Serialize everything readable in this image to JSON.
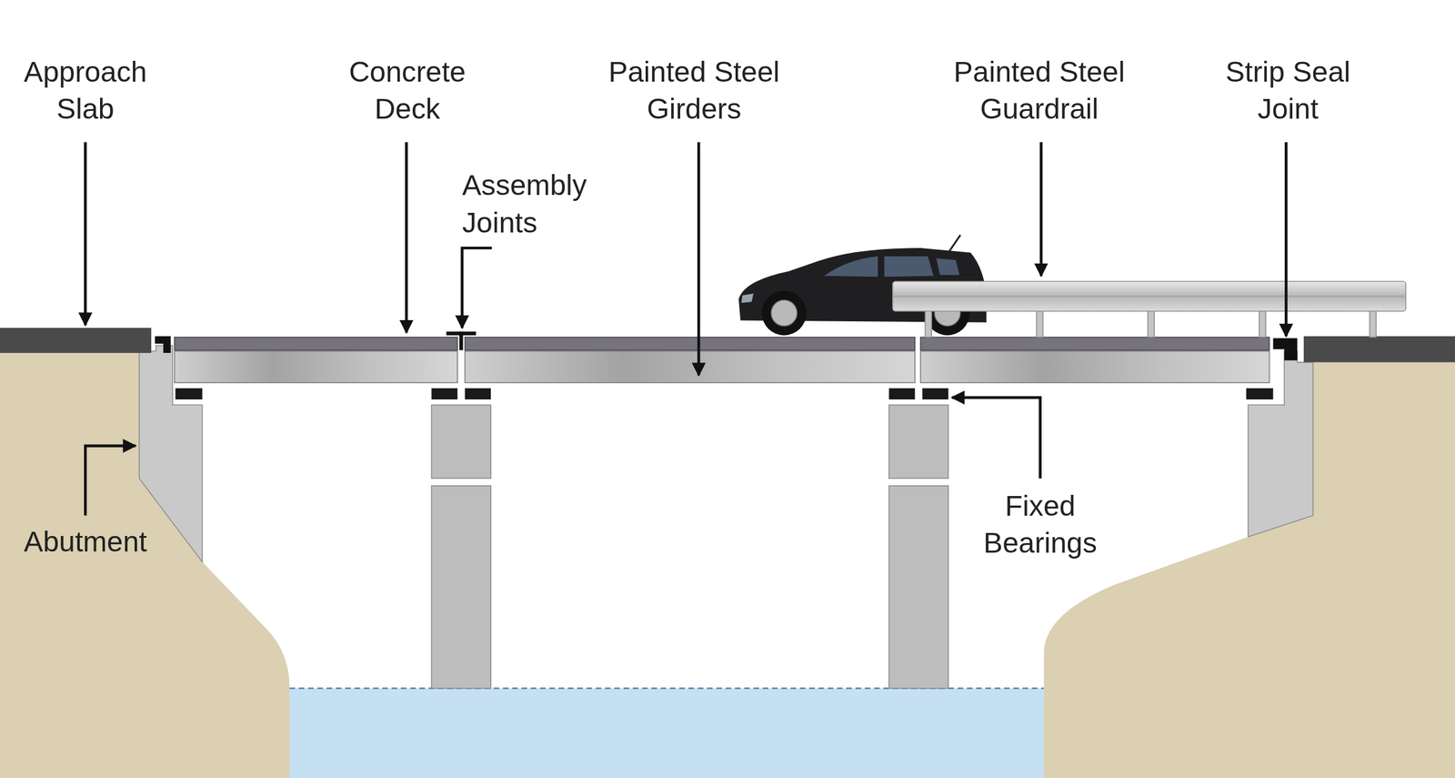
{
  "diagram": {
    "labels": [
      "Approach Slab",
      "Concrete Deck",
      "Assembly Joints",
      "Painted Steel Girders",
      "Painted Steel Guardrail",
      "Strip Seal Joint",
      "Abutment",
      "Fixed Bearings"
    ]
  }
}
